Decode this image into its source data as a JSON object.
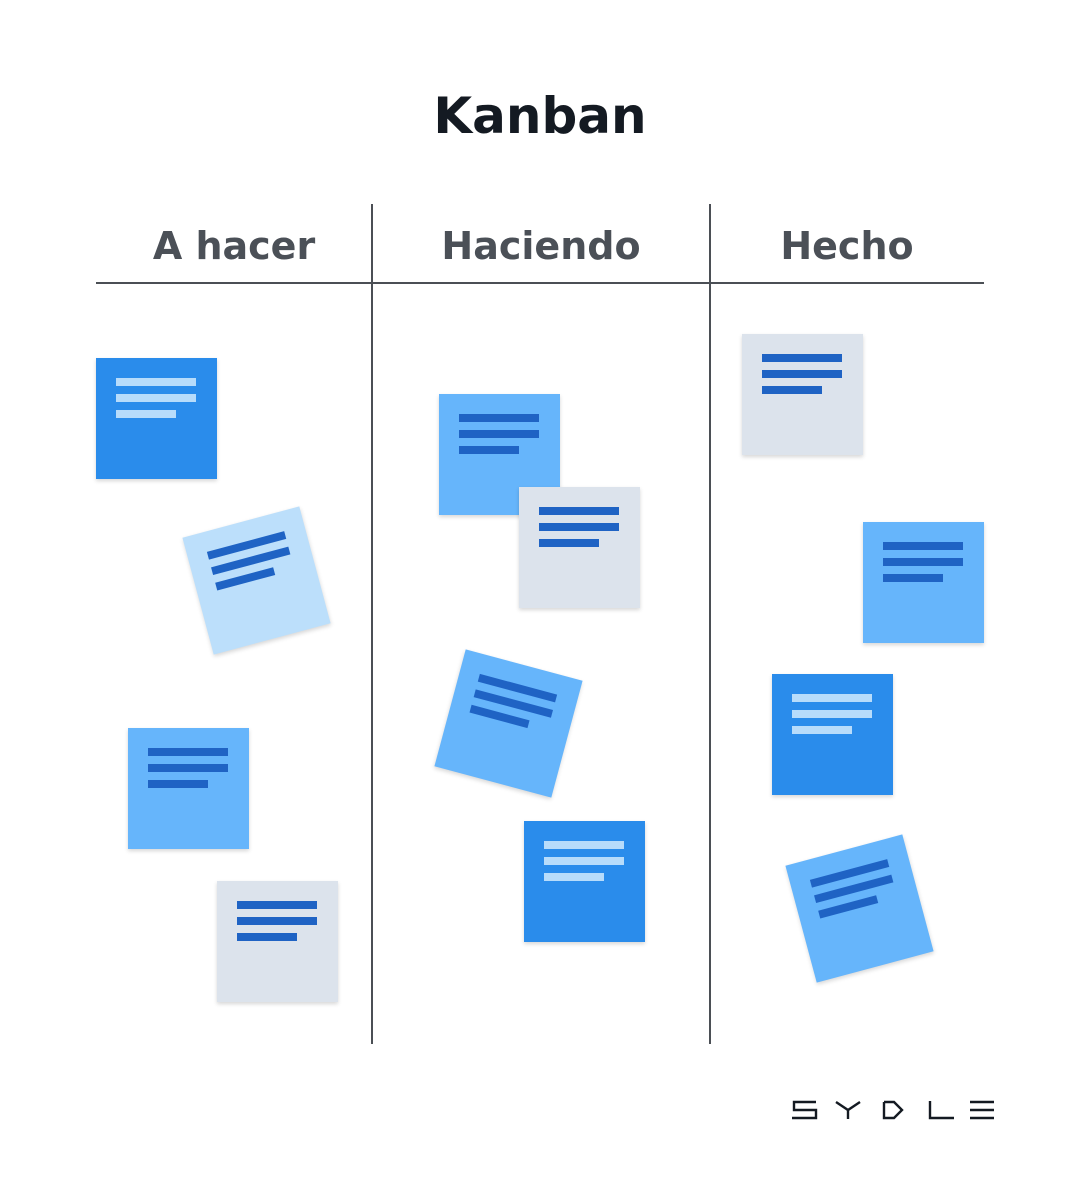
{
  "title": "Kanban",
  "columns": [
    {
      "label": "A hacer"
    },
    {
      "label": "Haciendo"
    },
    {
      "label": "Hecho"
    }
  ],
  "colors": {
    "note_dark": "#2a8ceb",
    "note_medium": "#66b5fb",
    "note_light": "#bcdffb",
    "note_grey": "#dce3ec",
    "line_dark": "#1f63c4",
    "line_light": "#b7dcfb",
    "divider": "#4b4f55"
  },
  "logo": {
    "text": "SYDLE"
  }
}
